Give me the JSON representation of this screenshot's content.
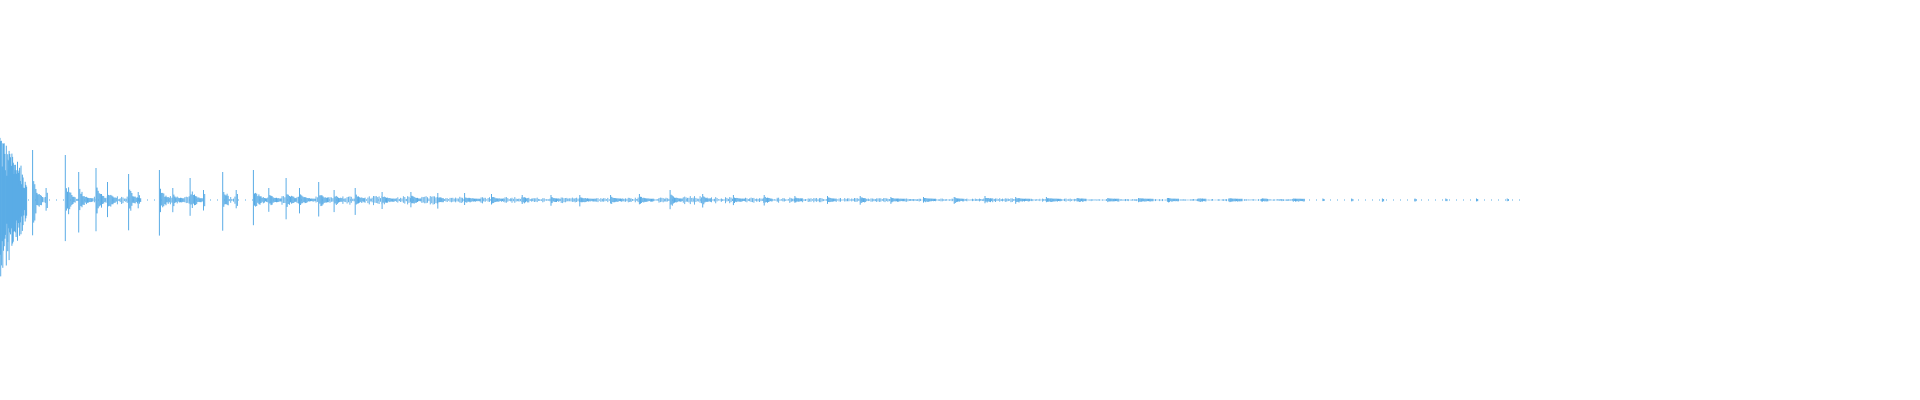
{
  "waveform": {
    "color": "#5aace6",
    "background": "#ffffff",
    "envelope": [
      {
        "t": 0.0,
        "a": 0.8,
        "kind": "burst"
      },
      {
        "t": 0.004,
        "a": 0.65,
        "kind": "burst"
      },
      {
        "t": 0.012,
        "a": 0.12,
        "kind": "tick"
      },
      {
        "t": 0.017,
        "a": 0.5,
        "kind": "spike"
      },
      {
        "t": 0.024,
        "a": 0.12,
        "kind": "tick"
      },
      {
        "t": 0.034,
        "a": 0.45,
        "kind": "spike"
      },
      {
        "t": 0.041,
        "a": 0.28,
        "kind": "spike"
      },
      {
        "t": 0.05,
        "a": 0.32,
        "kind": "spike"
      },
      {
        "t": 0.056,
        "a": 0.18,
        "kind": "spike"
      },
      {
        "t": 0.067,
        "a": 0.26,
        "kind": "spike"
      },
      {
        "t": 0.072,
        "a": 0.08,
        "kind": "tick"
      },
      {
        "t": 0.083,
        "a": 0.3,
        "kind": "spike"
      },
      {
        "t": 0.09,
        "a": 0.12,
        "kind": "spike"
      },
      {
        "t": 0.099,
        "a": 0.22,
        "kind": "spike"
      },
      {
        "t": 0.106,
        "a": 0.1,
        "kind": "tick"
      },
      {
        "t": 0.116,
        "a": 0.28,
        "kind": "spike"
      },
      {
        "t": 0.123,
        "a": 0.1,
        "kind": "tick"
      },
      {
        "t": 0.132,
        "a": 0.3,
        "kind": "spike"
      },
      {
        "t": 0.14,
        "a": 0.12,
        "kind": "spike"
      },
      {
        "t": 0.149,
        "a": 0.22,
        "kind": "spike"
      },
      {
        "t": 0.156,
        "a": 0.12,
        "kind": "spike"
      },
      {
        "t": 0.166,
        "a": 0.18,
        "kind": "spike"
      },
      {
        "t": 0.174,
        "a": 0.1,
        "kind": "spike"
      },
      {
        "t": 0.185,
        "a": 0.12,
        "kind": "spike"
      },
      {
        "t": 0.199,
        "a": 0.08,
        "kind": "spike"
      },
      {
        "t": 0.214,
        "a": 0.08,
        "kind": "spike"
      },
      {
        "t": 0.228,
        "a": 0.07,
        "kind": "spike"
      },
      {
        "t": 0.242,
        "a": 0.07,
        "kind": "spike"
      },
      {
        "t": 0.256,
        "a": 0.06,
        "kind": "spike"
      },
      {
        "t": 0.272,
        "a": 0.05,
        "kind": "spike"
      },
      {
        "t": 0.287,
        "a": 0.05,
        "kind": "spike"
      },
      {
        "t": 0.302,
        "a": 0.05,
        "kind": "spike"
      },
      {
        "t": 0.318,
        "a": 0.05,
        "kind": "spike"
      },
      {
        "t": 0.333,
        "a": 0.06,
        "kind": "spike"
      },
      {
        "t": 0.349,
        "a": 0.1,
        "kind": "spike"
      },
      {
        "t": 0.366,
        "a": 0.06,
        "kind": "spike"
      },
      {
        "t": 0.382,
        "a": 0.05,
        "kind": "spike"
      },
      {
        "t": 0.398,
        "a": 0.05,
        "kind": "spike"
      },
      {
        "t": 0.414,
        "a": 0.04,
        "kind": "spike"
      },
      {
        "t": 0.431,
        "a": 0.04,
        "kind": "spike"
      },
      {
        "t": 0.448,
        "a": 0.04,
        "kind": "spike"
      },
      {
        "t": 0.464,
        "a": 0.03,
        "kind": "spike"
      },
      {
        "t": 0.481,
        "a": 0.03,
        "kind": "spike"
      },
      {
        "t": 0.497,
        "a": 0.03,
        "kind": "spike"
      },
      {
        "t": 0.513,
        "a": 0.04,
        "kind": "spike"
      },
      {
        "t": 0.529,
        "a": 0.03,
        "kind": "spike"
      },
      {
        "t": 0.545,
        "a": 0.03,
        "kind": "spike"
      },
      {
        "t": 0.561,
        "a": 0.02,
        "kind": "spike"
      },
      {
        "t": 0.577,
        "a": 0.02,
        "kind": "spike"
      },
      {
        "t": 0.593,
        "a": 0.02,
        "kind": "spike"
      },
      {
        "t": 0.608,
        "a": 0.02,
        "kind": "spike"
      },
      {
        "t": 0.624,
        "a": 0.015,
        "kind": "spike"
      },
      {
        "t": 0.64,
        "a": 0.015,
        "kind": "spike"
      },
      {
        "t": 0.657,
        "a": 0.012,
        "kind": "spike"
      },
      {
        "t": 0.673,
        "a": 0.01,
        "kind": "spike"
      },
      {
        "t": 0.689,
        "a": 0.008,
        "kind": "tick"
      },
      {
        "t": 0.704,
        "a": 0.008,
        "kind": "tick"
      },
      {
        "t": 0.72,
        "a": 0.006,
        "kind": "tick"
      },
      {
        "t": 0.737,
        "a": 0.006,
        "kind": "tick"
      },
      {
        "t": 0.753,
        "a": 0.005,
        "kind": "tick"
      },
      {
        "t": 0.769,
        "a": 0.004,
        "kind": "tick"
      },
      {
        "t": 0.785,
        "a": 0.004,
        "kind": "tick"
      }
    ]
  }
}
